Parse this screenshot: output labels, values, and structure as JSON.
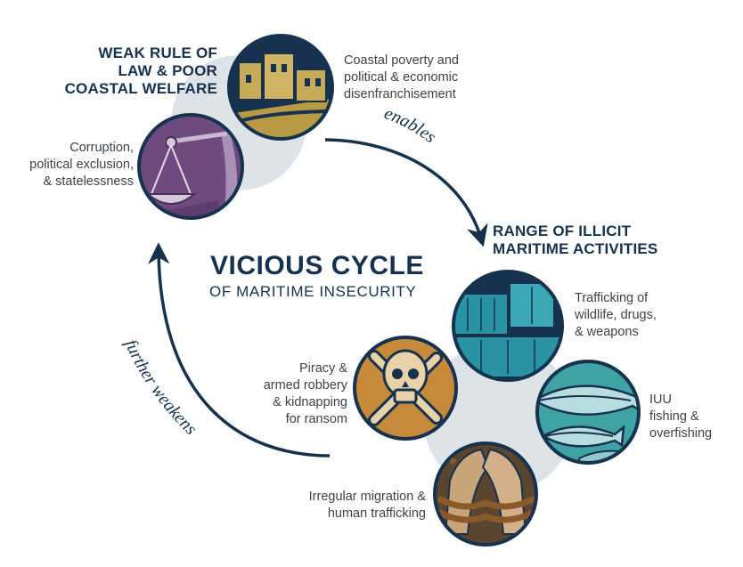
{
  "title": {
    "main": "VICIOUS CYCLE",
    "sub": "OF MARITIME INSECURITY"
  },
  "weak_rule": {
    "heading": [
      "WEAK RULE OF",
      "LAW & POOR",
      "COASTAL WELFARE"
    ],
    "poverty_label": [
      "Coastal poverty and",
      "political & economic",
      "disenfranchisement"
    ],
    "corruption_label": [
      "Corruption,",
      "political exclusion,",
      "& statelessness"
    ]
  },
  "illicit": {
    "heading": [
      "RANGE OF ILLICIT",
      "MARITIME ACTIVITIES"
    ],
    "trafficking_label": [
      "Trafficking of",
      "wildlife, drugs,",
      "& weapons"
    ],
    "iuu_label": [
      "IUU",
      "fishing &",
      "overfishing"
    ],
    "piracy_label": [
      "Piracy &",
      "armed robbery",
      "& kidnapping",
      "for ransom"
    ],
    "migration_label": [
      "Irregular migration &",
      "human trafficking"
    ]
  },
  "arrows": {
    "enables": "enables",
    "further_weakens": "further weakens"
  },
  "colors": {
    "navy": "#16324f",
    "gold": "#b89a45",
    "purple": "#6e4a7e",
    "teal": "#2a93a3",
    "ocean": "#3fa3a6",
    "orange": "#c78a3a",
    "tan": "#c9a479",
    "halo": "#dde3e7"
  }
}
